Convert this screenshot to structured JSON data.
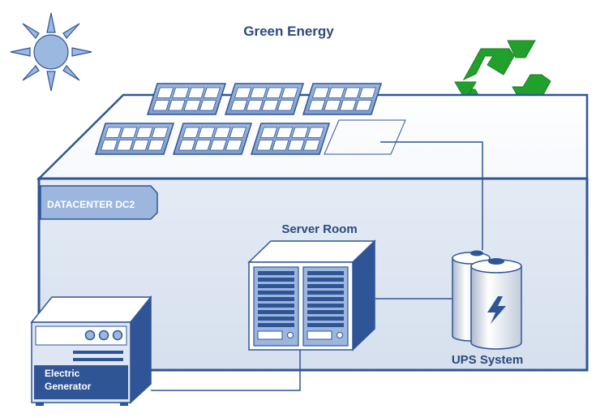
{
  "diagram": {
    "title": "Green Energy",
    "datacenter_label": "DATACENTER DC2",
    "server_room_label": "Server Room",
    "ups_label": "UPS System",
    "generator_label_line1": "Electric",
    "generator_label_line2": "Generator"
  },
  "colors": {
    "outline": "#2f5597",
    "room_fill": "#dde6f2",
    "panel_fill": "#8eaad6",
    "recycle_green": "#22a02c",
    "sun_fill": "#9bb8e0"
  },
  "icons": {
    "sun": "sun-icon",
    "recycle": "recycle-icon",
    "lightning": "lightning-icon",
    "solar_panels": "solar-panel-icon",
    "server_rack": "server-rack-icon",
    "ups_batteries": "battery-icon",
    "generator": "generator-icon"
  }
}
